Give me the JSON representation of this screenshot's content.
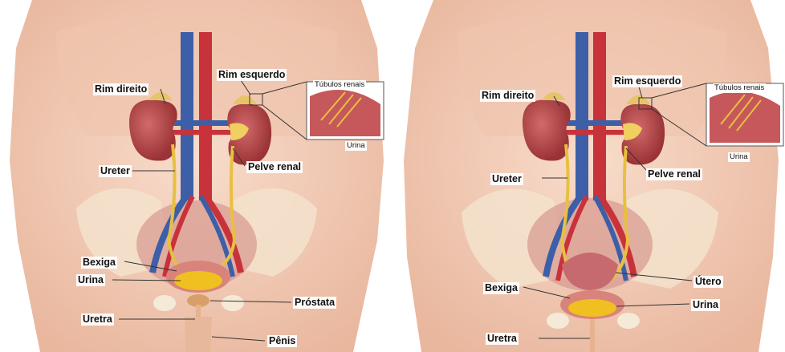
{
  "male": {
    "rim_direito": "Rim direito",
    "rim_esquerdo": "Rim esquerdo",
    "tubulos_renais": "Túbulos renais",
    "urina_inset": "Urina",
    "ureter": "Ureter",
    "pelve_renal": "Pelve renal",
    "bexiga": "Bexiga",
    "urina": "Urina",
    "prostata": "Próstata",
    "uretra": "Uretra",
    "penis": "Pênis"
  },
  "female": {
    "rim_direito": "Rim direito",
    "rim_esquerdo": "Rim esquerdo",
    "tubulos_renais": "Túbulos renais",
    "urina_inset": "Urina",
    "ureter": "Ureter",
    "pelve_renal": "Pelve renal",
    "bexiga": "Bexiga",
    "utero": "Útero",
    "urina": "Urina",
    "uretra": "Uretra"
  },
  "colors": {
    "skin": "#f2cdb8",
    "kidney": "#b8474a",
    "aorta": "#c8323a",
    "vena_cava": "#3d5fa8",
    "ureter": "#e8c040",
    "urine": "#f0c020"
  }
}
